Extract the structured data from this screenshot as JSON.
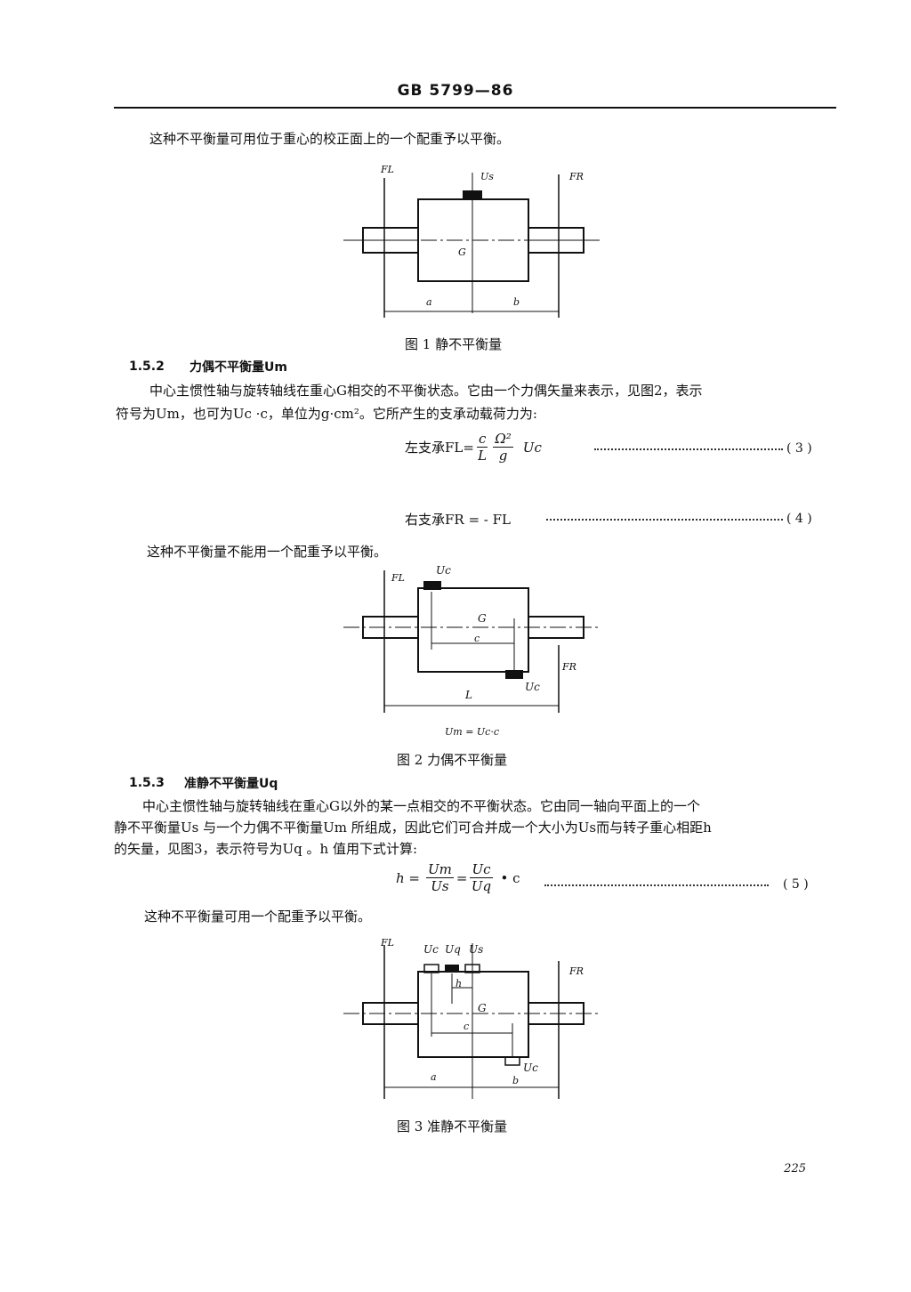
{
  "header": "GB 5799—86",
  "p_intro": "这种不平衡量可用位于重心的校正面上的一个配重予以平衡。",
  "fig1": {
    "caption": "图 1  静不平衡量",
    "labels": {
      "FL": "FL",
      "Us": "Us",
      "FR": "FR",
      "G": "G",
      "a": "a",
      "b": "b"
    }
  },
  "sec152": {
    "num": "1.5.2",
    "title": "力偶不平衡量Um",
    "line1": "中心主惯性轴与旋转轴线在重心G相交的不平衡状态。它由一个力偶矢量来表示，见图2，表示",
    "line2": "符号为Um，也可为Uc ·c，单位为g·cm²。它所产生的支承动载荷力为:"
  },
  "eq3": {
    "lhs": "左支承FL=",
    "n1": "c",
    "d1": "L",
    "n2": "Ω²",
    "d2": "g",
    "tail": "Uc",
    "no": "( 3 )"
  },
  "eq4": {
    "text": "右支承FR = - FL",
    "no": "( 4 )"
  },
  "p_fig2_intro": "这种不平衡量不能用一个配重予以平衡。",
  "fig2": {
    "caption": "图 2  力偶不平衡量",
    "formula": "Um = Uc·c",
    "labels": {
      "FL": "FL",
      "Uc": "Uc",
      "G": "G",
      "c": "c",
      "FR": "FR",
      "Uc2": "Uc",
      "L": "L"
    }
  },
  "sec153": {
    "num": "1.5.3",
    "title": "准静不平衡量Uq",
    "line1": "中心主惯性轴与旋转轴线在重心G以外的某一点相交的不平衡状态。它由同一轴向平面上的一个",
    "line2": "静不平衡量Us 与一个力偶不平衡量Um 所组成，因此它们可合并成一个大小为Us而与转子重心相距h",
    "line3": "的矢量，见图3，表示符号为Uq 。h 值用下式计算:"
  },
  "eq5": {
    "lhs": "h =",
    "n1": "Um",
    "d1": "Us",
    "eqsign": "=",
    "n2": "Uc",
    "d2": "Uq",
    "tail": "• c",
    "no": "( 5 )"
  },
  "p_fig3_intro": "这种不平衡量可用一个配重予以平衡。",
  "fig3": {
    "caption": "图 3  准静不平衡量",
    "labels": {
      "FL": "FL",
      "Uc": "Uc",
      "Uq": "Uq",
      "Us": "Us",
      "FR": "FR",
      "h": "h",
      "G": "G",
      "c": "c",
      "Uc2": "Uc",
      "a": "a",
      "b": "b"
    }
  },
  "page_number": "225"
}
